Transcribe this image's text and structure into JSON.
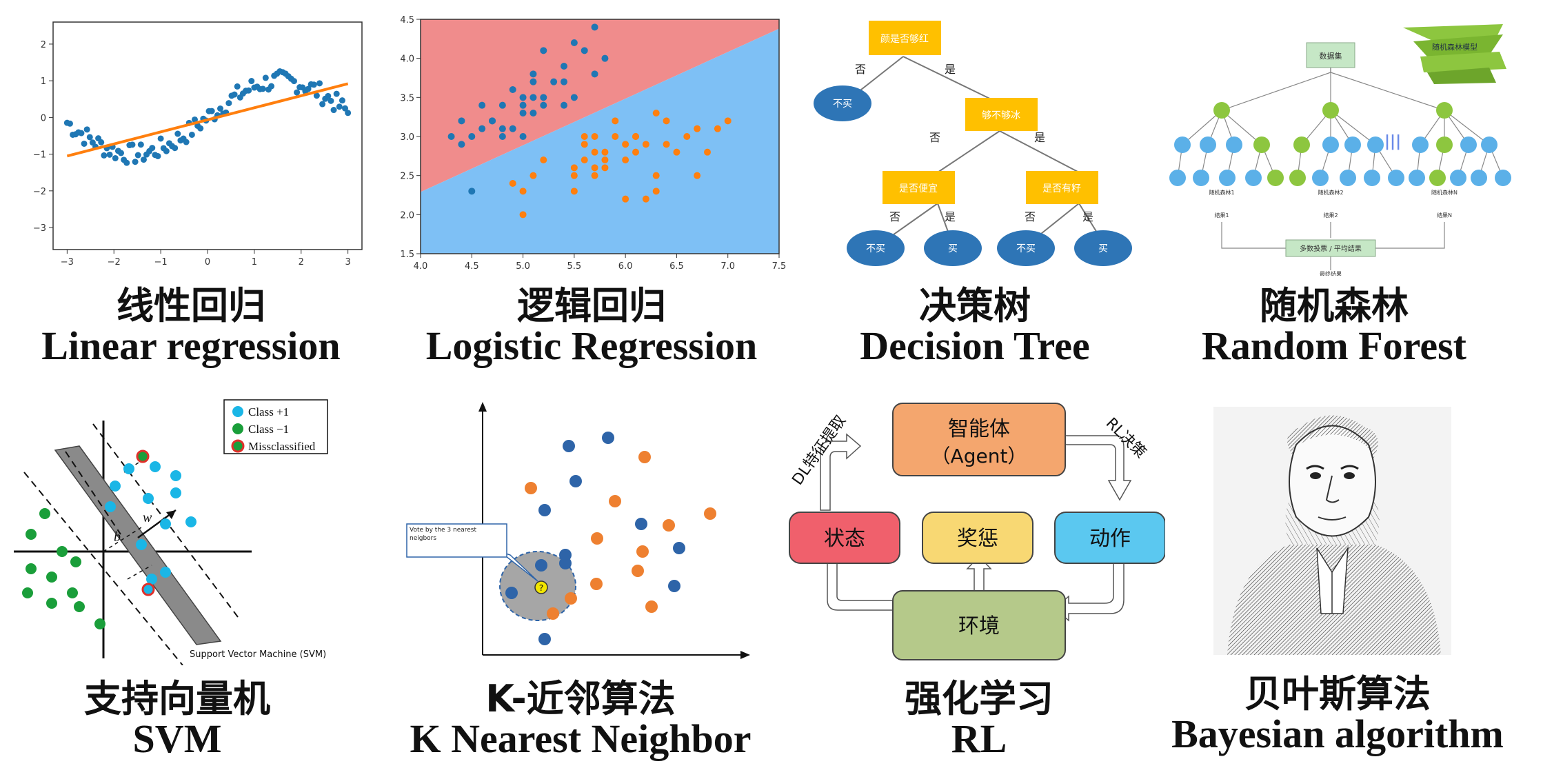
{
  "captions": [
    {
      "zh": "线性回归",
      "en": "Linear regression"
    },
    {
      "zh": "逻辑回归",
      "en": "Logistic Regression"
    },
    {
      "zh": "决策树",
      "en": "Decision Tree"
    },
    {
      "zh": "随机森林",
      "en": "Random Forest"
    },
    {
      "zh": "支持向量机",
      "en": "SVM"
    },
    {
      "zh": "K-近邻算法",
      "en": "K Nearest Neighbor"
    },
    {
      "zh": "强化学习",
      "en": "RL"
    },
    {
      "zh": "贝叶斯算法",
      "en": "Bayesian algorithm"
    }
  ],
  "linear": {
    "xticks": [
      "−3",
      "−2",
      "−1",
      "0",
      "1",
      "2",
      "3"
    ],
    "yticks": [
      "2",
      "1",
      "0",
      "−1",
      "−2",
      "−3"
    ],
    "colors": {
      "points": "#1f77b4",
      "line": "#ff7f0e"
    }
  },
  "logistic": {
    "xticks": [
      "4.0",
      "4.5",
      "5.0",
      "5.5",
      "6.0",
      "6.5",
      "7.0",
      "7.5"
    ],
    "yticks": [
      "4.5",
      "4.0",
      "3.5",
      "3.0",
      "2.5",
      "2.0",
      "1.5"
    ],
    "colors": {
      "top_region": "#f08c8c",
      "bottom_region": "#7ec0f5",
      "class_a": "#1f77b4",
      "class_b": "#ff7f0e"
    }
  },
  "decision_tree": {
    "root": "颜是否够红",
    "n1": "够不够冰",
    "n2": "是否便宜",
    "n3": "是否有籽",
    "leaf_labels": [
      "不买",
      "不买",
      "买",
      "不买",
      "买"
    ],
    "edge_no": "否",
    "edge_yes": "是",
    "colors": {
      "node": "#ffc000",
      "leaf": "#2e75b6"
    }
  },
  "random_forest": {
    "dataset": "数据集",
    "banner": "随机森林模型",
    "tree_labels": [
      "随机森林1",
      "随机森林2",
      "随机森林N"
    ],
    "results": [
      "结果1",
      "结果2",
      "结果N"
    ],
    "vote": "多数投票 / 平均结果",
    "final": "最终结果",
    "colors": {
      "green": "#8dc63f",
      "blue": "#5bb0e8",
      "box": "#c6e7c6"
    }
  },
  "svm": {
    "legend": [
      "Class  +1",
      "Class  −1",
      "Missclassified"
    ],
    "w_label": "w",
    "b_label": "b",
    "footer": "Support Vector Machine (SVM)",
    "colors": {
      "pos": "#1ab6e6",
      "neg": "#1a9e3a",
      "mis": "#e0302a"
    }
  },
  "knn": {
    "callout": "Vote by the 3 nearest neigbors",
    "query": "?",
    "colors": {
      "blue": "#2e64a8",
      "orange": "#ee8030",
      "query": "#f2e600"
    }
  },
  "rl": {
    "agent_line1": "智能体",
    "agent_line2": "（Agent）",
    "state": "状态",
    "reward": "奖惩",
    "action": "动作",
    "env": "环境",
    "dl_label": "DL特征提取",
    "rl_label": "RL决策",
    "colors": {
      "agent": "#f4a66e",
      "state": "#f0606c",
      "reward": "#f8d873",
      "action": "#5bc8f0",
      "env": "#b5c98a"
    }
  }
}
